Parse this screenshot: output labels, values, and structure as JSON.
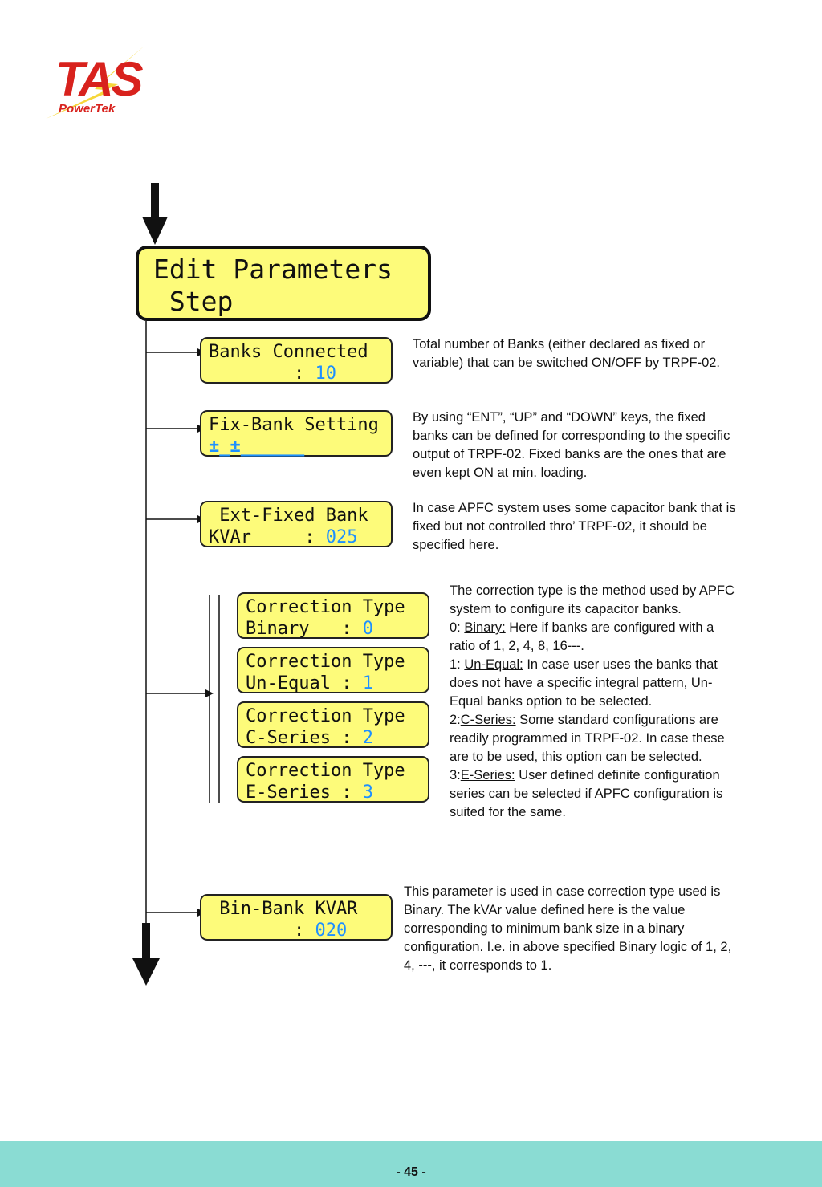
{
  "logo": {
    "brand": "TAS",
    "sub": "PowerTek"
  },
  "main": {
    "line1": "Edit Parameters",
    "line2": " Step"
  },
  "banks": {
    "line1": "Banks Connected",
    "prefix": "        : ",
    "value": "10",
    "desc": "Total number of Banks (either declared as fixed or variable) that can be switched ON/OFF by TRPF-02."
  },
  "fixbank": {
    "line1": "Fix-Bank Setting",
    "pattern": "±_±______",
    "desc": "By using “ENT”, “UP” and “DOWN” keys, the fixed banks can be defined for corresponding to the specific output of TRPF-02. Fixed banks are the ones that are even kept ON at min. loading."
  },
  "extfixed": {
    "line1": " Ext-Fixed Bank",
    "prefix": "KVAr     : ",
    "value": "025",
    "desc": "In case APFC system uses some capacitor bank that is fixed but not controlled thro’ TRPF-02, it should be specified here."
  },
  "correction": {
    "items": [
      {
        "line1": "Correction Type",
        "prefix": "Binary   : ",
        "value": "0"
      },
      {
        "line1": "Correction Type",
        "prefix": "Un-Equal : ",
        "value": "1"
      },
      {
        "line1": "Correction Type",
        "prefix": "C-Series : ",
        "value": "2"
      },
      {
        "line1": "Correction Type",
        "prefix": "E-Series : ",
        "value": "3"
      }
    ],
    "intro": "The correction type is the method used by APFC system to configure its capacitor banks.",
    "opt0_prefix": "0: ",
    "opt0_term": "Binary:",
    "opt0_text": " Here if banks are configured with a ratio of 1, 2, 4, 8, 16---.",
    "opt1_prefix": "1: ",
    "opt1_term": "Un-Equal:",
    "opt1_text": " In case user uses the banks that does not have a specific integral pattern, Un-Equal banks option to be selected.",
    "opt2_prefix": "2:",
    "opt2_term": "C-Series:",
    "opt2_text": " Some standard configurations are readily programmed in TRPF-02. In case these are to be used, this option can be selected.",
    "opt3_prefix": "3:",
    "opt3_term": "E-Series:",
    "opt3_text": " User defined definite configuration series can be selected if APFC configuration is suited for the same."
  },
  "binbank": {
    "line1": " Bin-Bank KVAR",
    "prefix": "        : ",
    "value": "020",
    "desc": "This parameter is used in case correction type used is Binary. The kVAr value defined here is the value corresponding to minimum bank size in a binary configuration. I.e. in above specified Binary logic of 1, 2, 4, ---, it corresponds to 1."
  },
  "footer": {
    "page": "- 45 -"
  },
  "colors": {
    "lcd_bg": "#fdfb7a",
    "value": "#1e90ff",
    "footer": "#8adcd3",
    "logo": "#d8221d"
  }
}
